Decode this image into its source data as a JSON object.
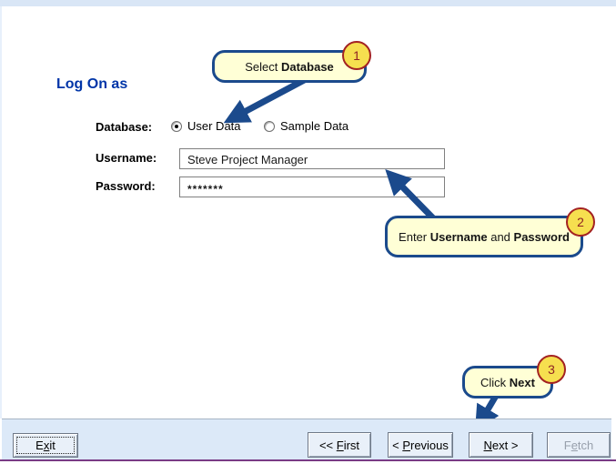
{
  "colors": {
    "accent_navy": "#1b4a8c",
    "callout_fill": "#ffffd6",
    "badge_fill": "#f6df4f",
    "badge_border": "#a32222",
    "title_blue": "#0035a8",
    "bar_blue": "#dce9f8",
    "purple_line": "#7a3b85"
  },
  "header": {
    "title": "Log On as"
  },
  "form": {
    "database": {
      "label": "Database:",
      "options": [
        {
          "label": "User Data",
          "selected": true
        },
        {
          "label": "Sample Data",
          "selected": false
        }
      ]
    },
    "username": {
      "label": "Username:",
      "value": "Steve Project Manager"
    },
    "password": {
      "label": "Password:",
      "value": "*******"
    }
  },
  "callouts": [
    {
      "number": "1",
      "pre": "Select ",
      "bold": "Database",
      "mid": "",
      "bold2": ""
    },
    {
      "number": "2",
      "pre": "Enter ",
      "bold": "Username",
      "mid": " and ",
      "bold2": "Password"
    },
    {
      "number": "3",
      "pre": "Click ",
      "bold": "Next",
      "mid": "",
      "bold2": ""
    }
  ],
  "footer": {
    "exit": {
      "pre": "E",
      "key": "x",
      "post": "it"
    },
    "first": {
      "pre": "<< ",
      "key": "F",
      "post": "irst"
    },
    "previous": {
      "pre": "< ",
      "key": "P",
      "post": "revious"
    },
    "next": {
      "pre": "",
      "key": "N",
      "post": "ext >"
    },
    "fetch": {
      "pre": "F",
      "key": "e",
      "post": "tch",
      "state": "disabled"
    }
  }
}
